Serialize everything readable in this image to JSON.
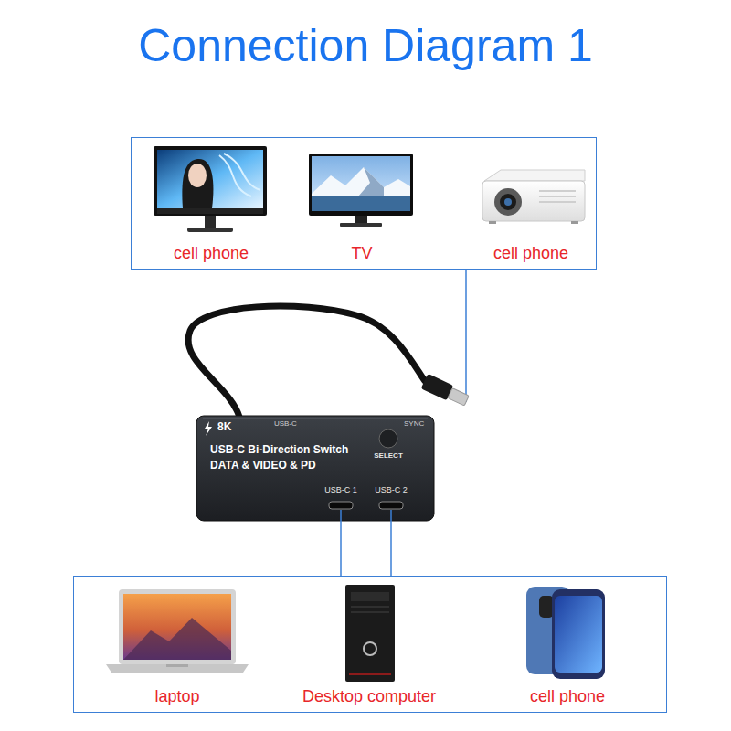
{
  "diagram": {
    "title": "Connection Diagram 1",
    "nodes": [
      {
        "text": [
          "cell phone",
          "TV",
          "cell phone"
        ]
      },
      {
        "text": [
          "8K",
          "USB-C Bi-Direction Switch",
          "DATA & VIDEO & PD",
          "SELECT",
          "USB-C 1",
          "USB-C 2"
        ]
      },
      {
        "text": [
          "laptop",
          "Desktop computer",
          "cell phone"
        ]
      }
    ],
    "edges": [
      {
        "from": 1,
        "to": 0,
        "arrow": "none"
      },
      {
        "from": 1,
        "to": 2,
        "arrow": "none"
      },
      {
        "from": 1,
        "to": 2,
        "arrow": "none"
      }
    ],
    "labels": [
      "USB-C",
      "SYNC"
    ]
  }
}
